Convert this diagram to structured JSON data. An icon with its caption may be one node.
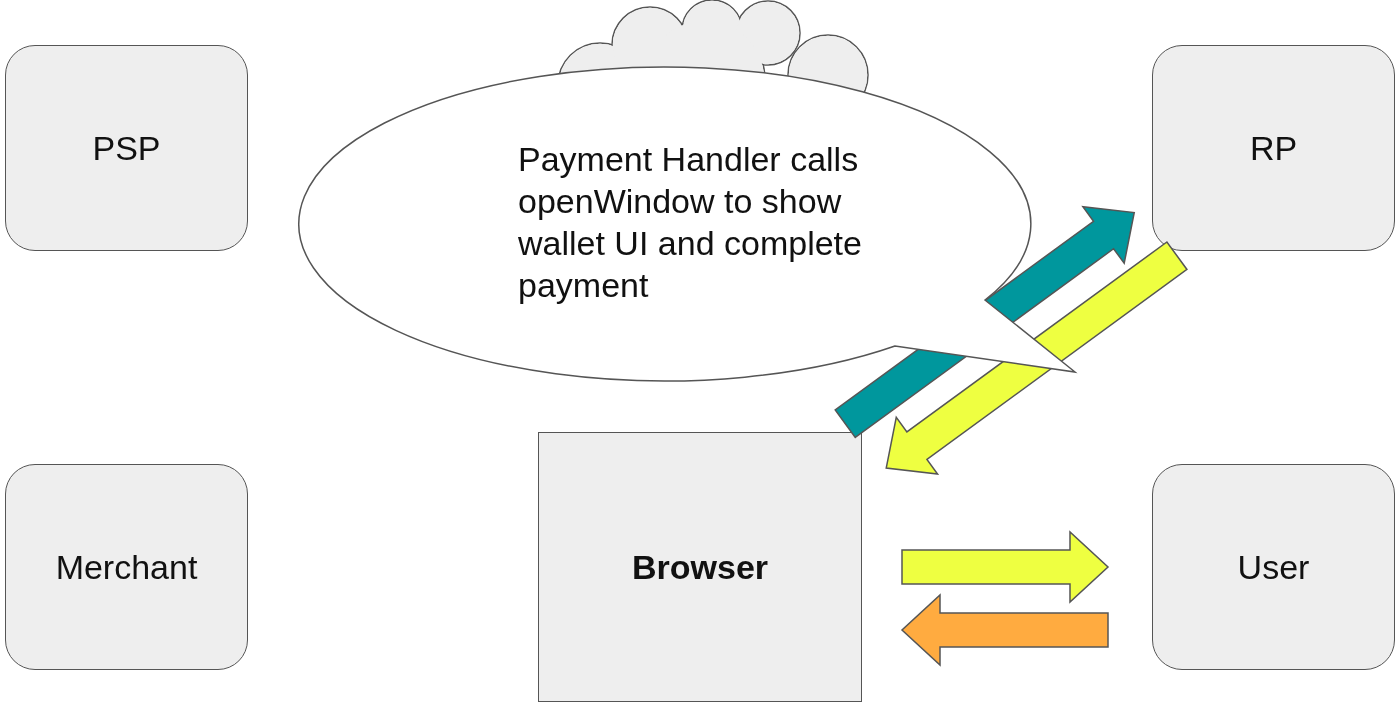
{
  "diagram": {
    "nodes": [
      {
        "text": [
          "PSP"
        ]
      },
      {
        "text": [
          "RP"
        ]
      },
      {
        "text": [
          "Merchant"
        ]
      },
      {
        "text": [
          "Browser"
        ]
      },
      {
        "text": [
          "User"
        ]
      },
      {
        "text": [
          "Payment Handler calls openWindow to show wallet UI and complete payment"
        ]
      }
    ],
    "edges": [
      {
        "from": 3,
        "to": 1,
        "arrow": "to",
        "color": "#00979d"
      },
      {
        "from": 1,
        "to": 3,
        "arrow": "to",
        "color": "#eeff41"
      },
      {
        "from": 3,
        "to": 4,
        "arrow": "to",
        "color": "#eeff41"
      },
      {
        "from": 4,
        "to": 3,
        "arrow": "to",
        "color": "#ffab40"
      }
    ]
  }
}
